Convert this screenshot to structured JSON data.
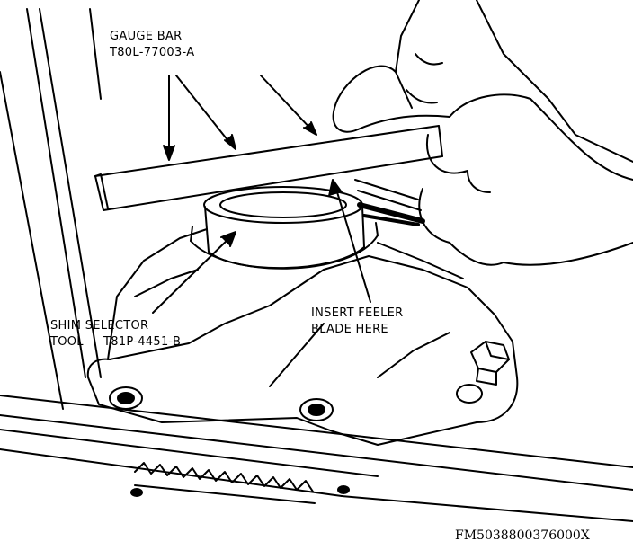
{
  "callouts": {
    "gauge_bar": {
      "line1": "GAUGE BAR",
      "line2": "T80L-77003-A"
    },
    "shim_selector": {
      "line1": "SHIM SELECTOR",
      "line2": "TOOL — T81P-4451-B"
    },
    "feeler_blade": {
      "line1": "INSERT FEELER",
      "line2": "BLADE HERE"
    }
  },
  "figure_id": "FM5038800376000X",
  "colors": {
    "ink": "#000000",
    "paper": "#ffffff"
  }
}
